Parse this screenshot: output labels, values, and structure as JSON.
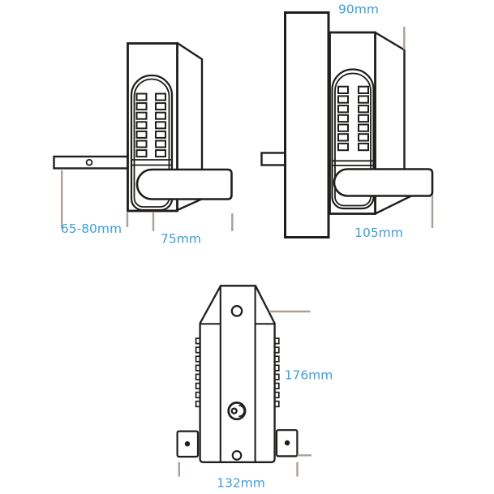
{
  "labels": {
    "view1_backset": "65-80mm",
    "view1_width": "75mm",
    "view2_top": "90mm",
    "view2_width": "105mm",
    "view3_height": "176mm",
    "view3_width": "132mm"
  },
  "colors": {
    "dimension_text_blue": "#3b9fda",
    "drawing_line": "#1e1e1c",
    "dimension_line_gray": "#ab9f9a",
    "background": "#ffffff"
  }
}
